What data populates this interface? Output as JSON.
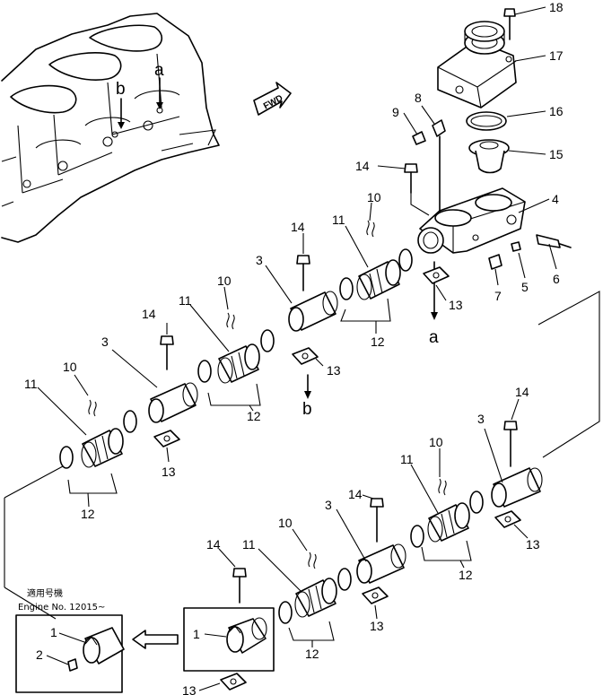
{
  "callouts": {
    "c18": "18",
    "c17": "17",
    "c16": "16",
    "c15": "15",
    "c9": "9",
    "c8": "8",
    "c14a": "14",
    "c4": "4",
    "c10a": "10",
    "c11a": "11",
    "c6": "6",
    "c5": "5",
    "c7": "7",
    "c13a": "13",
    "c12a": "12",
    "c14b": "14",
    "c3a": "3",
    "c10b": "10",
    "c11b": "11",
    "c14c": "14",
    "c3b": "3",
    "c12b": "12",
    "c13b": "13",
    "c10c": "10",
    "c11c": "11",
    "c13c": "13",
    "c12c": "12",
    "c14d": "14",
    "c3c": "3",
    "c10d": "10",
    "c11d": "11",
    "c14e": "14",
    "c3d": "3",
    "c13d": "13",
    "c12d": "12",
    "c14f": "14",
    "c10e": "10",
    "c11e": "11",
    "c13e": "13",
    "c12e": "12",
    "c1a": "1",
    "c2": "2",
    "c1b": "1",
    "c13f": "13"
  },
  "refs": {
    "a_top": "a",
    "b_top": "b",
    "a_mid": "a",
    "b_mid": "b"
  },
  "fwd_label": "FWD",
  "inset": {
    "note_jp": "適用号機",
    "engine_no": "Engine No. 12015~"
  }
}
